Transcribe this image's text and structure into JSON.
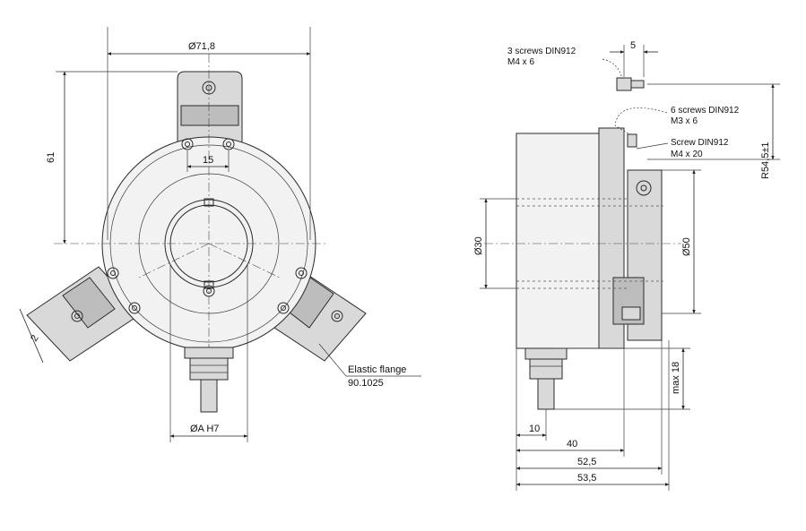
{
  "labels": {
    "dia_71": "Ø71,8",
    "dim_61": "61",
    "dim_15": "15",
    "dim_2": "2",
    "dia_A": "ØA H7",
    "elastic_1": "Elastic flange",
    "elastic_2": "90.1025",
    "screws3_1": "3 screws DIN912",
    "screws3_2": "M4 x 6",
    "dim_5": "5",
    "screws6_1": "6 screws DIN912",
    "screws6_2": "M3 x 6",
    "screw_1": "Screw DIN912",
    "screw_2": "M4 x 20",
    "r54": "R54,5±1",
    "dia_30": "Ø30",
    "dia_50": "Ø50",
    "max18": "max 18",
    "dim_10": "10",
    "dim_40": "40",
    "dim_52": "52,5",
    "dim_53": "53,5"
  }
}
